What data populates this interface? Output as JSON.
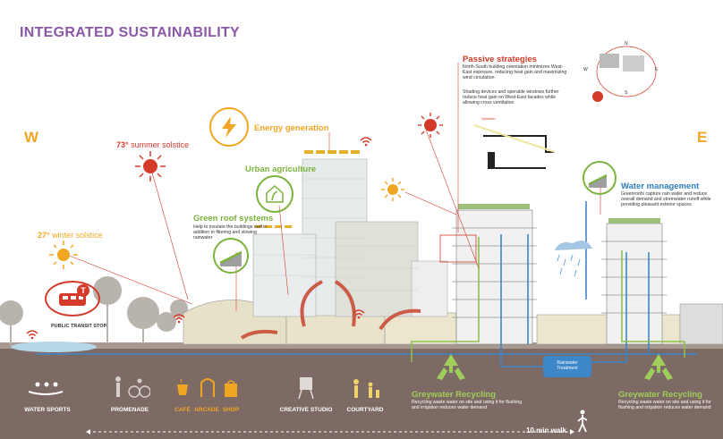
{
  "title": "INTEGRATED SUSTAINABILITY",
  "compass_w": "W",
  "compass_e": "E",
  "compass_rose": {
    "n": "N",
    "s": "S",
    "e": "E",
    "w": "W"
  },
  "solstice_summer": {
    "deg": "73°",
    "label": "summer solstice"
  },
  "solstice_winter": {
    "deg": "27°",
    "label": "winter solstice"
  },
  "energy": {
    "heading": "Energy generation"
  },
  "urban_ag": {
    "heading": "Urban agriculture"
  },
  "green_roof": {
    "heading": "Green roof systems",
    "body": "Help to insulate the buildings roof in addition to filtering and slowing rainwater"
  },
  "passive": {
    "heading": "Passive strategies",
    "body1": "North-South building orientation minimizes West-East exposure, reducing heat gain and maximizing wind circulation",
    "body2": "Shading devices and operable windows further reduce heat gain on West-East facades while allowing cross ventilation",
    "sprinkler": "Sprinkler"
  },
  "water": {
    "heading": "Water management",
    "body": "Greenroofs capture rain water and reduce overall demand and stormwater runoff while providing pleasant exterior spaces"
  },
  "transit_stop": "PUBLIC TRANSIT STOP",
  "rainwater": {
    "line1": "Rainwater",
    "line2": "Treatment"
  },
  "greywater_left": {
    "heading": "Greywater Recycling",
    "body": "Recycling waste water on site and using it for flushing and irrigation reduces water demand"
  },
  "greywater_right": {
    "heading": "Greywater Recycling",
    "body": "Recycling waste water on site and using it for flushing and irrigation reduces water demand"
  },
  "amenities": [
    "WATER SPORTS",
    "PROMENADE",
    "CAFÉ",
    "ARCADE",
    "SHOP",
    "CREATIVE STUDIO",
    "COURTYARD"
  ],
  "walk": "10 min walk",
  "colors": {
    "purple": "#8a58a8",
    "orange": "#f1a623",
    "red": "#d43a2a",
    "green": "#7bb33d",
    "blue": "#2f7fc1",
    "ground": "#7d6a64"
  }
}
